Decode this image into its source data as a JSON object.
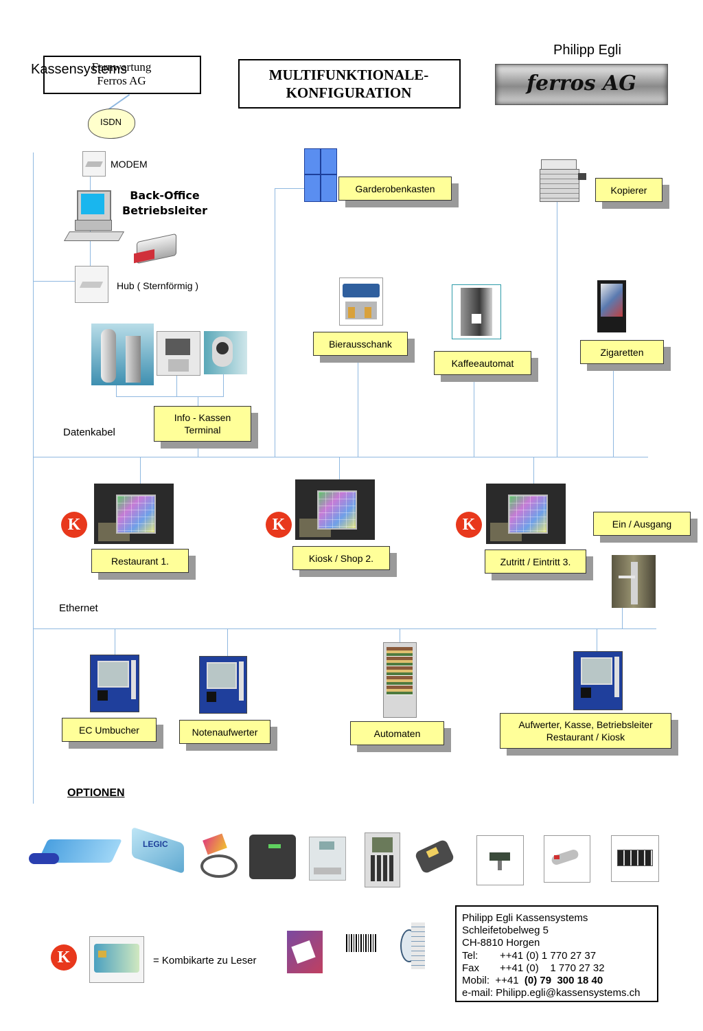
{
  "header": {
    "author": "Philipp Egli",
    "brand_top_left": "Kassensystems",
    "remote_box": "Fernwartung\nFerros AG",
    "title": "MULTIFUNKTIONALE-\nKONFIGURATION",
    "logo_text": "ferros AG"
  },
  "network": {
    "isdn": "ISDN",
    "modem": "MODEM",
    "backoffice": "Back-Office\nBetriebsleiter",
    "hub": "Hub ( Sternförmig )",
    "datenkabel": "Datenkabel",
    "ethernet": "Ethernet"
  },
  "devices": {
    "garderobe": "Garderobenkasten",
    "kopierer": "Kopierer",
    "bier": "Bierausschank",
    "kaffee": "Kaffeeautomat",
    "zigaretten": "Zigaretten",
    "info_terminal": "Info - Kassen\nTerminal",
    "restaurant": "Restaurant 1.",
    "kiosk": "Kiosk / Shop 2.",
    "zutritt": "Zutritt / Eintritt 3.",
    "ein_ausgang": "Ein / Ausgang",
    "ec": "EC Umbucher",
    "noten": "Notenaufwerter",
    "automaten": "Automaten",
    "aufwerter": "Aufwerter, Kasse, Betriebsleiter\nRestaurant / Kiosk"
  },
  "options": {
    "heading": "OPTIONEN",
    "k_badge": "K",
    "kombikarte": "= Kombikarte zu Leser",
    "card_label": "LEGIC"
  },
  "contact": {
    "name": "Philipp Egli Kassensystems",
    "street": "Schleifetobelweg 5",
    "city": "CH-8810 Horgen",
    "tel_label": "Tel:",
    "tel": "++41 (0) 1 770 27 37",
    "fax_label": "Fax",
    "fax": "++41 (0)    1 770 27 32",
    "mobil_label": "Mobil:",
    "mobil_prefix": "++41",
    "mobil_number": "(0) 79  300 18 40",
    "email": "e-mail: Philipp.egli@kassensystems.ch"
  },
  "colors": {
    "label_bg": "#ffff99",
    "line": "#8fb8e0",
    "k_badge": "#e8381c",
    "kiosk_blue": "#1f3f9c"
  }
}
